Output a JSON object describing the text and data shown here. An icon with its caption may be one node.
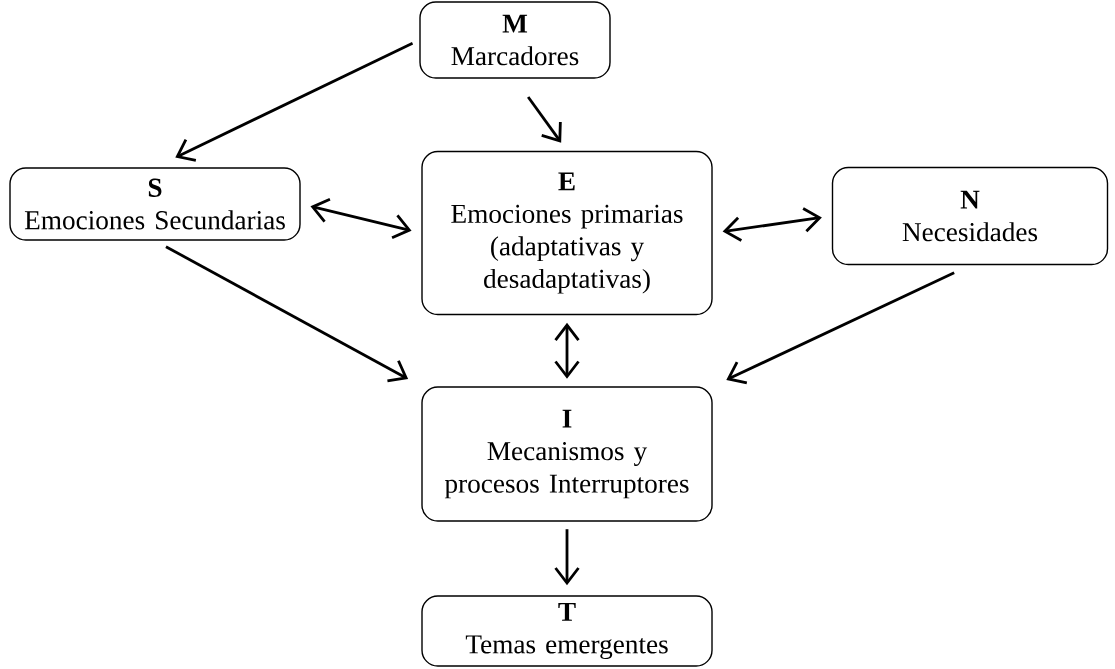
{
  "diagram": {
    "nodes": [
      {
        "text": [
          "M",
          "Marcadores"
        ]
      },
      {
        "text": [
          "S",
          "Emociones Secundarias"
        ]
      },
      {
        "text": [
          "E",
          "Emociones primarias (adaptativas y desadaptativas)"
        ]
      },
      {
        "text": [
          "N",
          "Necesidades"
        ]
      },
      {
        "text": [
          "I",
          "Mecanismos y procesos Interruptores"
        ]
      },
      {
        "text": [
          "T",
          "Temas emergentes"
        ]
      }
    ],
    "edges": [
      {
        "from": 0,
        "to": 1,
        "arrow": "to"
      },
      {
        "from": 0,
        "to": 2,
        "arrow": "to"
      },
      {
        "from": 1,
        "to": 2,
        "arrow": "both"
      },
      {
        "from": 2,
        "to": 3,
        "arrow": "both"
      },
      {
        "from": 2,
        "to": 4,
        "arrow": "both"
      },
      {
        "from": 1,
        "to": 4,
        "arrow": "to"
      },
      {
        "from": 3,
        "to": 4,
        "arrow": "to"
      },
      {
        "from": 4,
        "to": 5,
        "arrow": "to"
      }
    ]
  }
}
